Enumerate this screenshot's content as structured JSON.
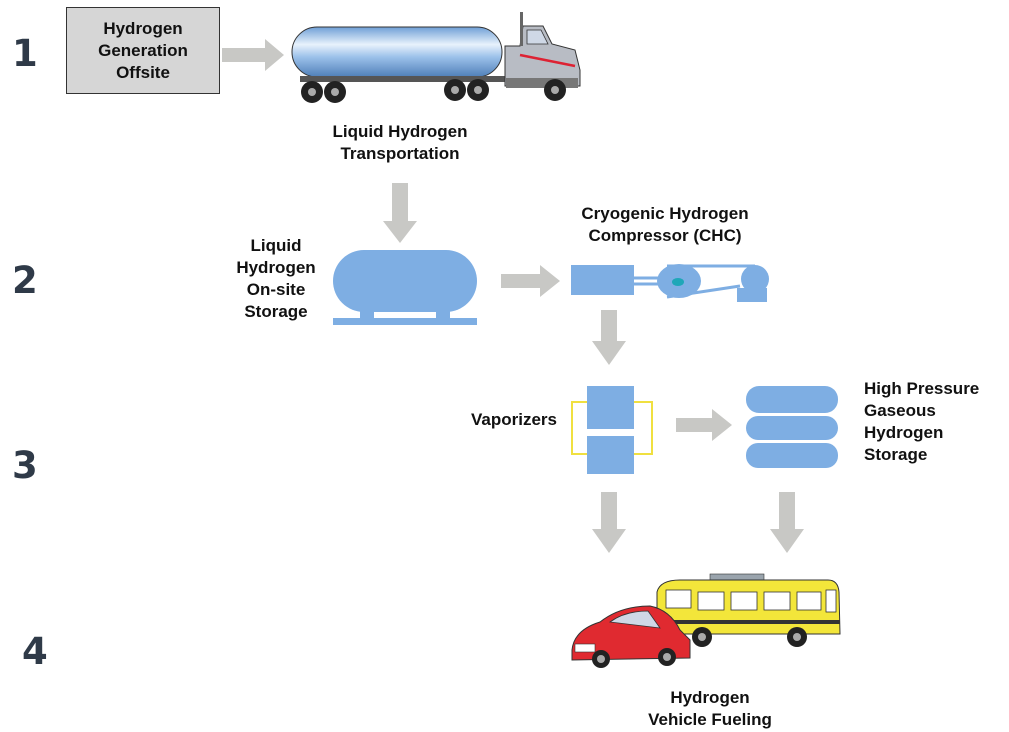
{
  "stages": [
    "1",
    "2",
    "3",
    "4"
  ],
  "nodes": {
    "generation": {
      "lines": [
        "Hydrogen",
        "Generation",
        "Offsite"
      ]
    },
    "transport": {
      "lines": [
        "Liquid Hydrogen",
        "Transportation"
      ]
    },
    "storage": {
      "lines": [
        "Liquid",
        "Hydrogen",
        "On-site",
        "Storage"
      ]
    },
    "compressor": {
      "lines": [
        "Cryogenic Hydrogen",
        "Compressor (CHC)"
      ]
    },
    "vaporizers": {
      "lines": [
        "Vaporizers"
      ]
    },
    "gas_storage": {
      "lines": [
        "High Pressure",
        "Gaseous",
        "Hydrogen",
        "Storage"
      ]
    },
    "fueling": {
      "lines": [
        "Hydrogen",
        "Vehicle Fueling"
      ]
    }
  },
  "colors": {
    "equipment": "#7eaee3",
    "arrow": "#c8c8c5",
    "vaporizer_frame": "#f0e040",
    "generation_box": "#d6d6d6",
    "stage_number": "#2f3a48",
    "bus": "#f3e63a",
    "car": "#e02a30"
  }
}
